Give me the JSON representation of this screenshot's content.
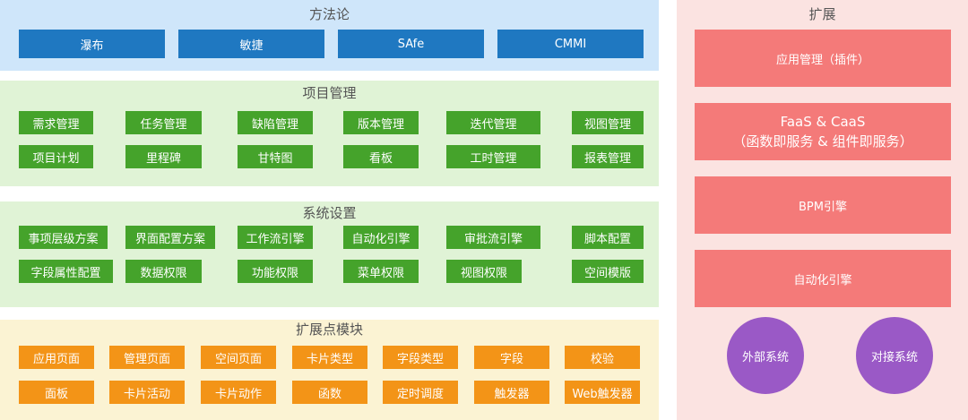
{
  "methodology": {
    "title": "方法论",
    "items": [
      "瀑布",
      "敏捷",
      "SAfe",
      "CMMI"
    ]
  },
  "project_management": {
    "title": "项目管理",
    "row1": [
      "需求管理",
      "任务管理",
      "缺陷管理",
      "版本管理",
      "迭代管理",
      "视图管理"
    ],
    "row2": [
      "项目计划",
      "里程碑",
      "甘特图",
      "看板",
      "工时管理",
      "报表管理"
    ]
  },
  "system_settings": {
    "title": "系统设置",
    "row1": [
      "事项层级方案",
      "界面配置方案",
      "工作流引擎",
      "自动化引擎",
      "审批流引擎",
      "脚本配置"
    ],
    "row2": [
      "字段属性配置",
      "数据权限",
      "功能权限",
      "菜单权限",
      "视图权限",
      "空间模版"
    ]
  },
  "extension_points": {
    "title": "扩展点模块",
    "row1": [
      "应用页面",
      "管理页面",
      "空间页面",
      "卡片类型",
      "字段类型",
      "字段",
      "校验"
    ],
    "row2": [
      "面板",
      "卡片活动",
      "卡片动作",
      "函数",
      "定时调度",
      "触发器",
      "Web触发器"
    ]
  },
  "extension": {
    "title": "扩展",
    "app_management": "应用管理（插件）",
    "faas_line1": "FaaS & CaaS",
    "faas_line2": "（函数即服务 & 组件即服务）",
    "bpm": "BPM引擎",
    "automation": "自动化引擎",
    "external_system": "外部系统",
    "integration_system": "对接系统"
  },
  "colors": {
    "methodology_bg": "#cfe6fa",
    "methodology_button": "#1f78c1",
    "green_bg": "#e0f3d6",
    "green_button": "#45a32b",
    "orange_bg": "#fbf3d3",
    "orange_button": "#f39417",
    "extension_bg": "#fbe3e1",
    "extension_box": "#f47a79",
    "circle": "#9a59c6"
  }
}
